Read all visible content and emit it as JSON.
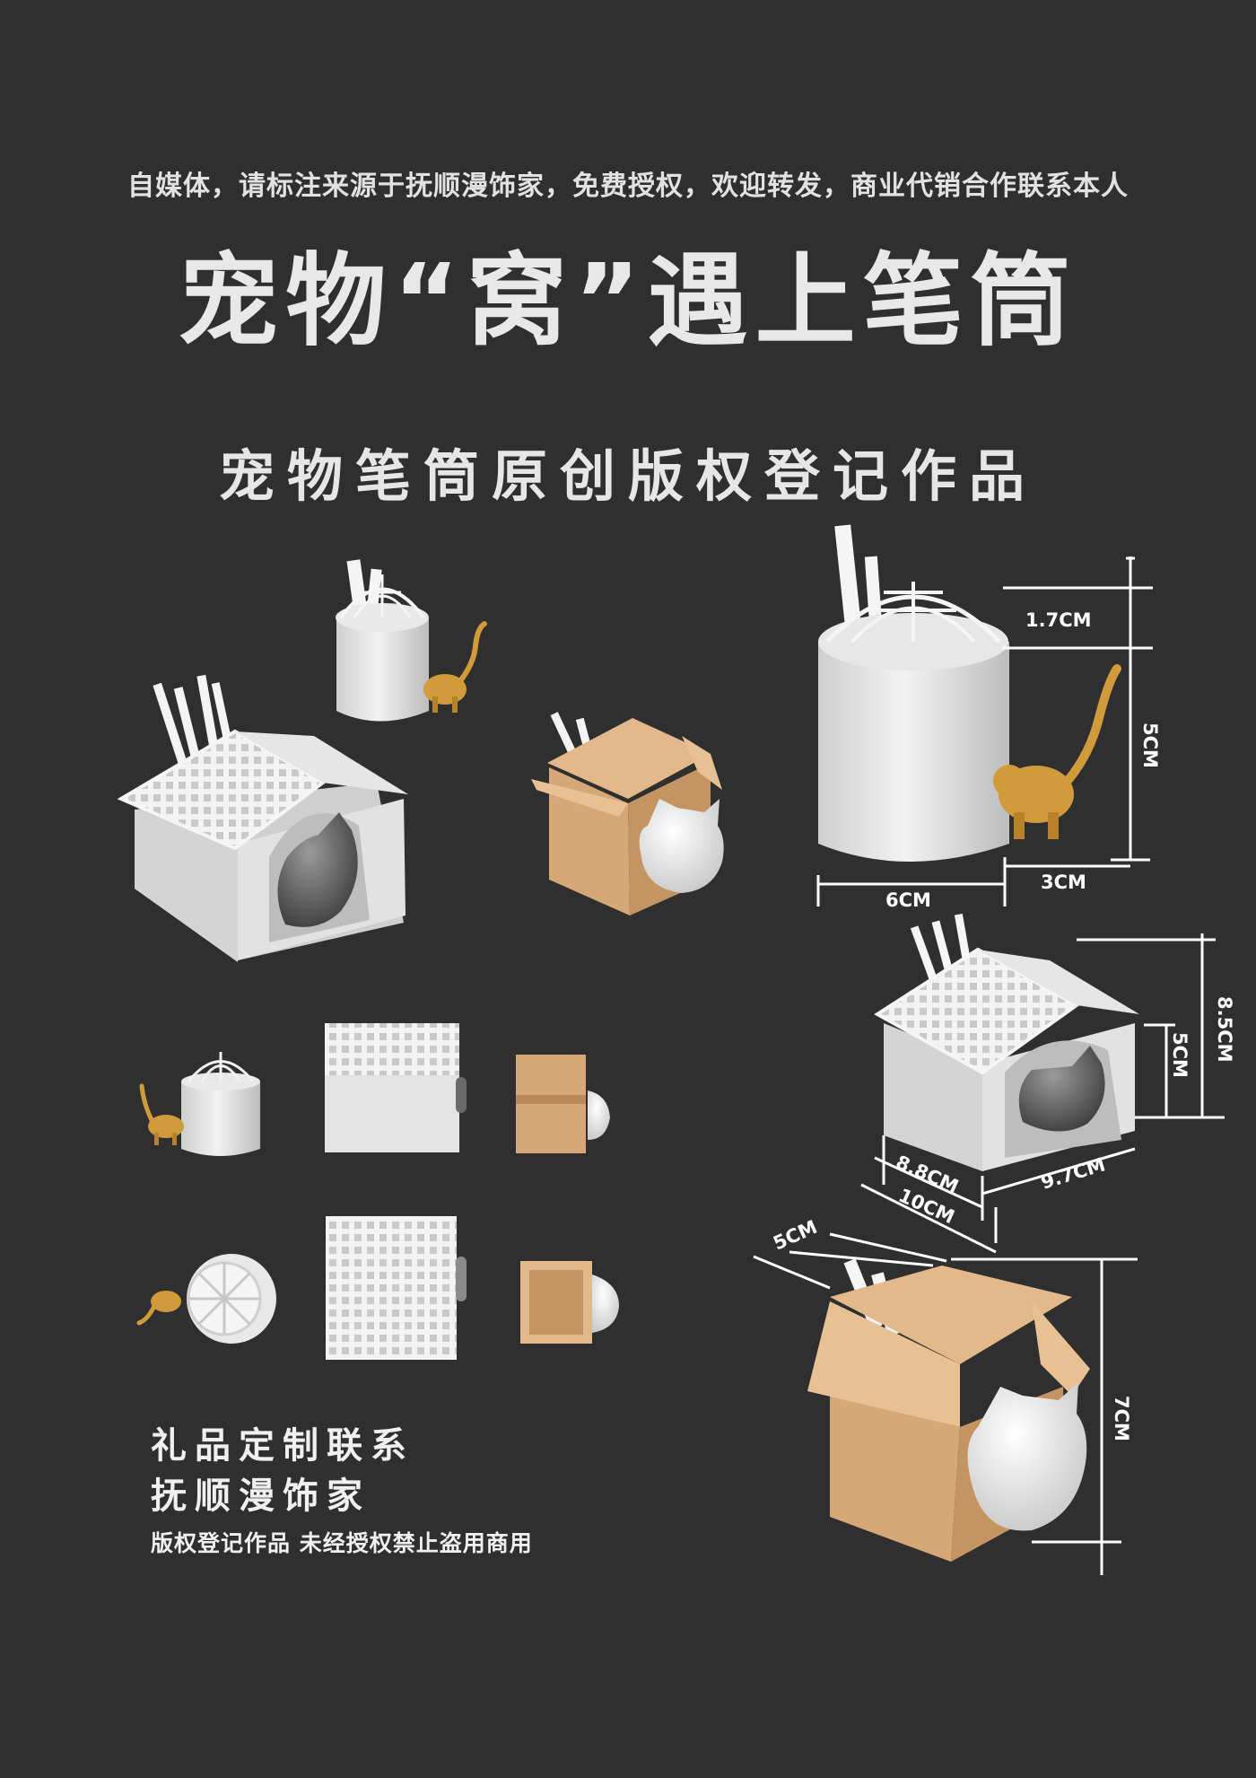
{
  "notice": "自媒体，请标注来源于抚顺漫饰家，免费授权，欢迎转发，商业代销合作联系本人",
  "title": "宠物“窝”遇上笔筒",
  "subtitle": "宠物笔筒原创版权登记作品",
  "contact": {
    "line1": "礼品定制联系",
    "line2": "抚顺漫饰家",
    "line3": "版权登记作品 未经授权禁止盗用商用"
  },
  "dimensions": {
    "cylinder": {
      "top": "1.7CM",
      "height": "5CM",
      "width": "6CM",
      "tail": "3CM"
    },
    "house": {
      "height_total": "8.5CM",
      "height_wall": "5CM",
      "depth1": "8.8CM",
      "depth2": "10CM",
      "width": "9.7CM"
    },
    "box": {
      "depth": "5CM",
      "height": "7CM"
    }
  },
  "colors": {
    "background": "#2f2f2f",
    "white_model": "#e4e4e4",
    "cardboard": "#d6a877",
    "cat_gray": "#6a6a6a",
    "cat_orange": "#d19a3a"
  }
}
